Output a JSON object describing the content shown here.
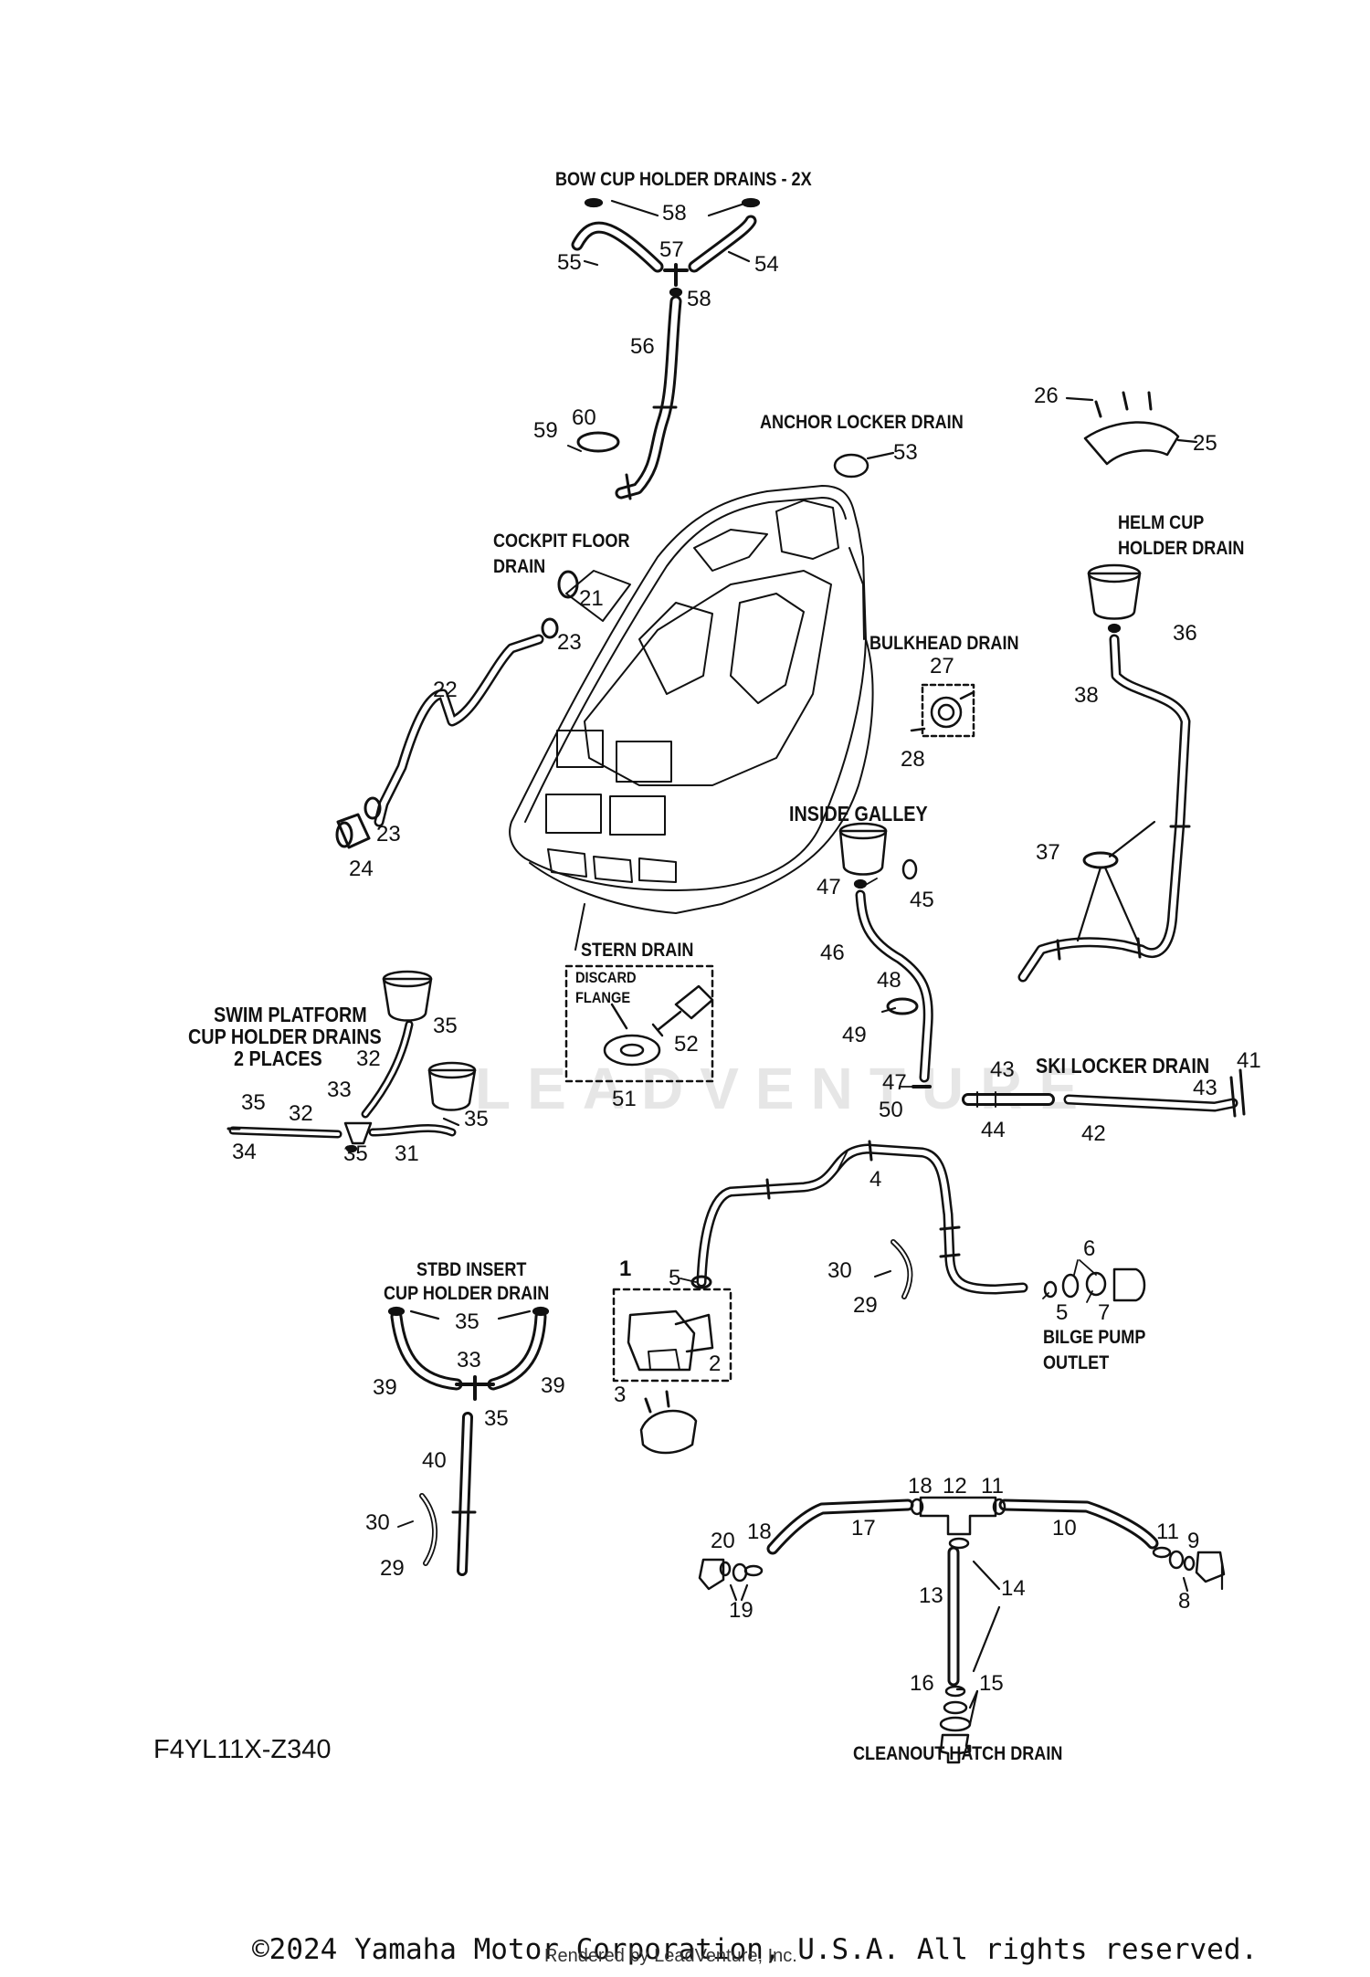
{
  "diagram": {
    "sections": [
      "BOW CUP HOLDER DRAINS - 2X",
      "ANCHOR LOCKER DRAIN",
      "COCKPIT FLOOR",
      "DRAIN",
      "HELM CUP",
      "HOLDER DRAIN",
      "BULKHEAD DRAIN",
      "INSIDE GALLEY",
      "STERN DRAIN",
      "DISCARD",
      "FLANGE",
      "SWIM PLATFORM",
      "CUP HOLDER DRAINS",
      "2 PLACES",
      "SKI LOCKER DRAIN",
      "STBD INSERT",
      "CUP HOLDER DRAIN",
      "BILGE PUMP",
      "OUTLET",
      "CLEANOUT HATCH DRAIN"
    ],
    "callouts": [
      "58",
      "57",
      "58",
      "55",
      "54",
      "56",
      "60",
      "59",
      "53",
      "26",
      "25",
      "21",
      "23",
      "22",
      "23",
      "24",
      "27",
      "28",
      "36",
      "38",
      "37",
      "47",
      "45",
      "46",
      "48",
      "49",
      "47",
      "50",
      "52",
      "51",
      "35",
      "32",
      "33",
      "35",
      "32",
      "35",
      "34",
      "35",
      "31",
      "43",
      "44",
      "43",
      "41",
      "42",
      "4",
      "5",
      "1",
      "2",
      "3",
      "30",
      "29",
      "6",
      "5",
      "7",
      "35",
      "33",
      "39",
      "39",
      "35",
      "40",
      "30",
      "29",
      "18",
      "12",
      "11",
      "17",
      "10",
      "20",
      "18",
      "11",
      "9",
      "19",
      "8",
      "13",
      "14",
      "16",
      "15"
    ],
    "figure_code": "F4YL11X-Z340",
    "watermark": "LEADVENTURE"
  },
  "footer": {
    "copyright": "©2024 Yamaha Motor Corporation, U.S.A. All rights reserved.",
    "rendered_by": "Rendered by LeadVenture, Inc."
  }
}
